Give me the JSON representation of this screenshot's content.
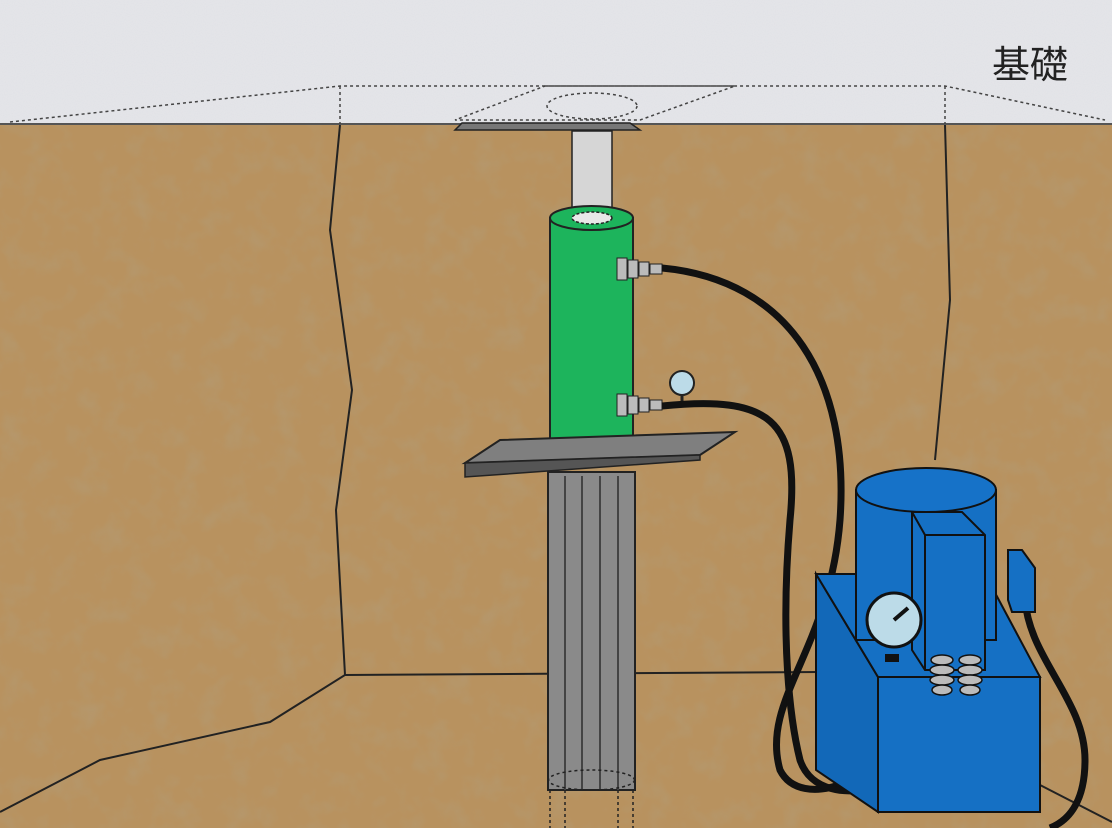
{
  "labels": {
    "foundation": "基礎"
  },
  "colors": {
    "soil": "#b8925f",
    "foundation": "#e6e7ea",
    "jack": "#1db45c",
    "pump": "#1570c4",
    "pile": "#8a8a8a"
  },
  "icons": [
    "hydraulic-jack",
    "pressure-gauge",
    "hydraulic-pump",
    "steel-pile",
    "hydraulic-hose"
  ]
}
